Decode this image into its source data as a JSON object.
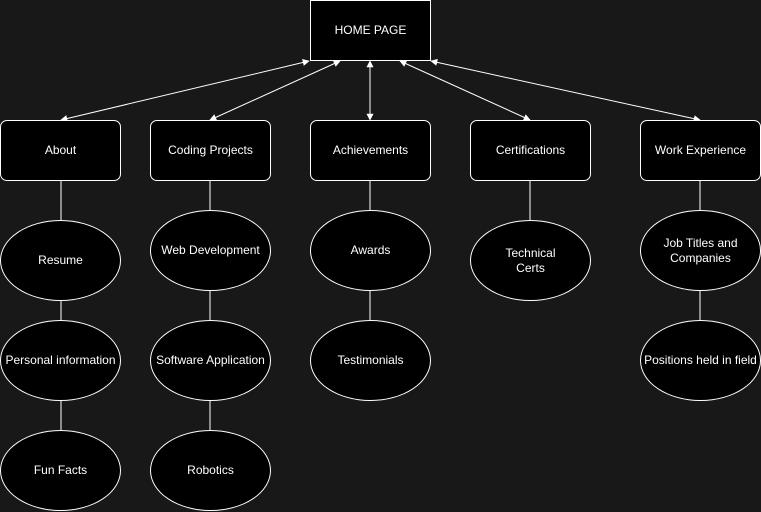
{
  "colors": {
    "background": "#181818",
    "node_fill": "#000000",
    "stroke": "#ffffff",
    "text": "#ffffff"
  },
  "root": {
    "label": "HOME PAGE"
  },
  "sections": [
    {
      "label": "About",
      "children": [
        "Resume",
        "Personal information",
        "Fun Facts"
      ]
    },
    {
      "label": "Coding Projects",
      "children": [
        "Web Development",
        "Software Application",
        "Robotics"
      ]
    },
    {
      "label": "Achievements",
      "children": [
        "Awards",
        "Testimonials"
      ]
    },
    {
      "label": "Certifications",
      "children": [
        "Technical\nCerts"
      ]
    },
    {
      "label": "Work Experience",
      "children": [
        "Job Titles and\nCompanies",
        "Positions held in field"
      ]
    }
  ],
  "edges": {
    "root_to_sections": "bidirectional-arrow",
    "section_to_children": "line"
  }
}
